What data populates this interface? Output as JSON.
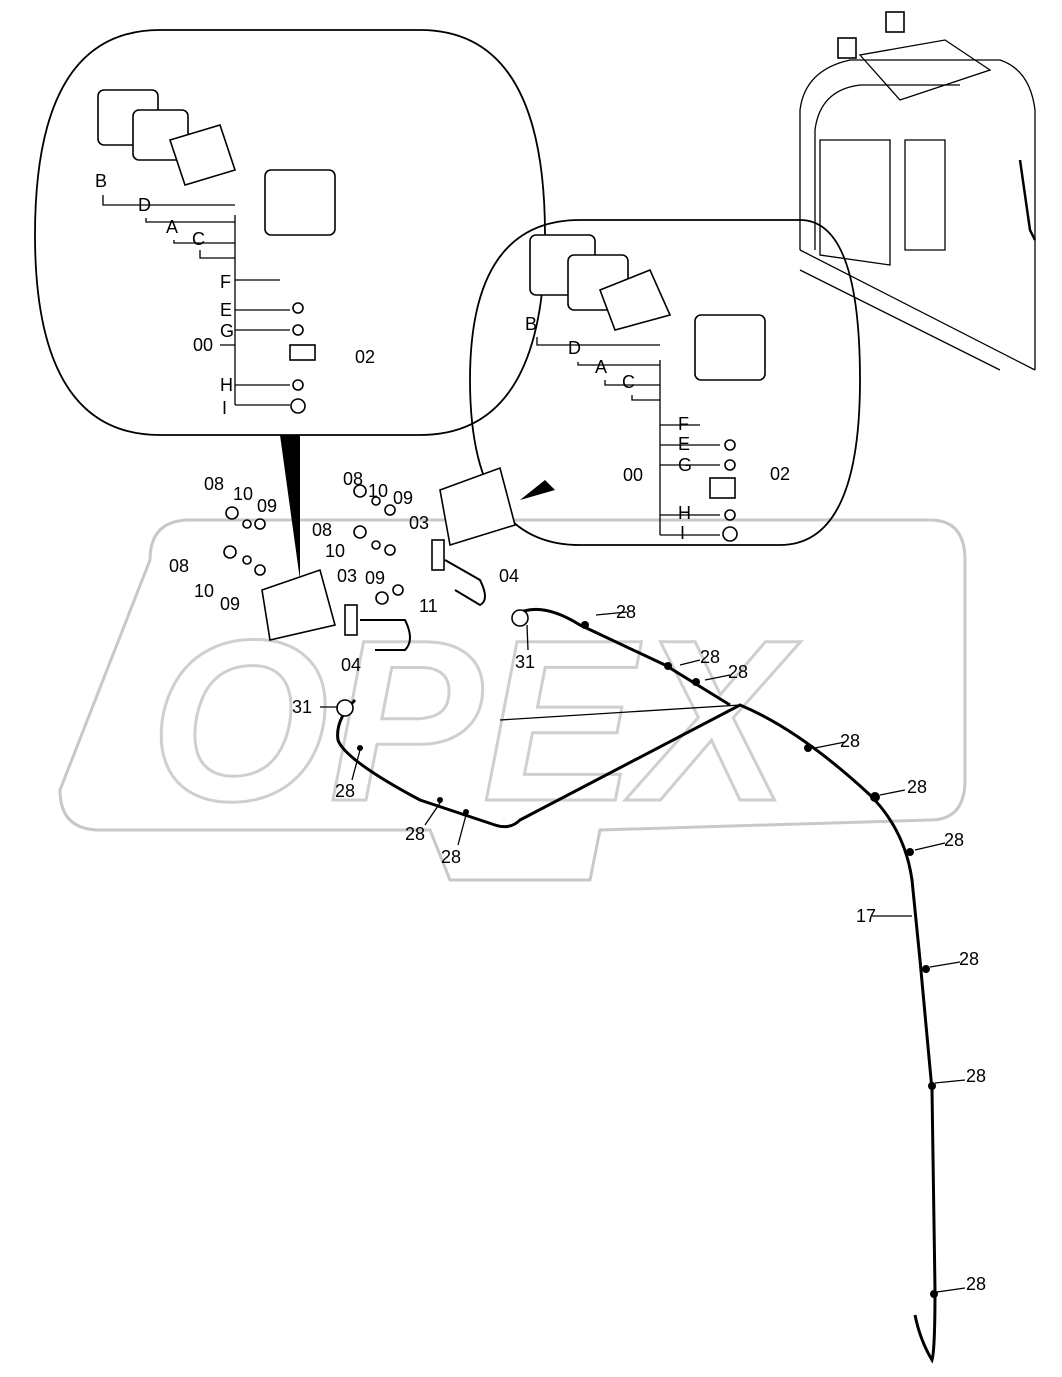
{
  "watermark": "OPEX",
  "detail_left": {
    "labels": [
      "B",
      "D",
      "A",
      "C",
      "F",
      "E",
      "G",
      "00",
      "02",
      "H",
      "I"
    ]
  },
  "detail_right": {
    "labels": [
      "B",
      "D",
      "A",
      "C",
      "F",
      "E",
      "G",
      "00",
      "02",
      "H",
      "I"
    ]
  },
  "main_labels": [
    "08",
    "10",
    "09",
    "08",
    "10",
    "09",
    "08",
    "10",
    "09",
    "08",
    "10",
    "09",
    "03",
    "03",
    "04",
    "04",
    "11",
    "31",
    "31",
    "17"
  ],
  "clip_labels": [
    "28",
    "28",
    "28",
    "28",
    "28",
    "28",
    "28",
    "28",
    "28",
    "28",
    "28",
    "28"
  ]
}
